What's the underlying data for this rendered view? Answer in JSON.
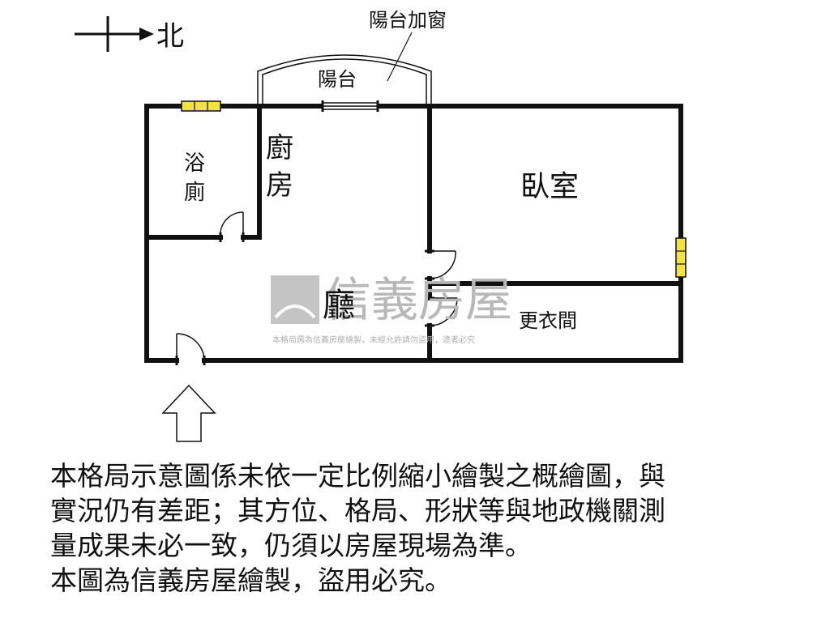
{
  "compass": {
    "label": "北"
  },
  "rooms": {
    "balcony_window": "陽台加窗",
    "balcony": "陽台",
    "bathroom_1": "浴",
    "bathroom_2": "廁",
    "kitchen_1": "廚",
    "kitchen_2": "房",
    "bedroom": "臥室",
    "living": "廳",
    "closet": "更衣間"
  },
  "watermark": {
    "brand": "信義房屋",
    "notice": "本格局圖為信義房屋繪製，未經允許請勿盜用，違者必究"
  },
  "disclaimer": {
    "lines": [
      "本格局示意圖係未依一定比例縮小繪製之概繪圖，與",
      "實況仍有差距；其方位、格局、形狀等與地政機關測",
      "量成果未必一致，仍須以房屋現場為準。",
      "本圖為信義房屋繪製，盜用必究。"
    ]
  },
  "colors": {
    "wall": "#111111",
    "window_fill": "#f2e24a",
    "watermark": "#b8b8b8"
  }
}
